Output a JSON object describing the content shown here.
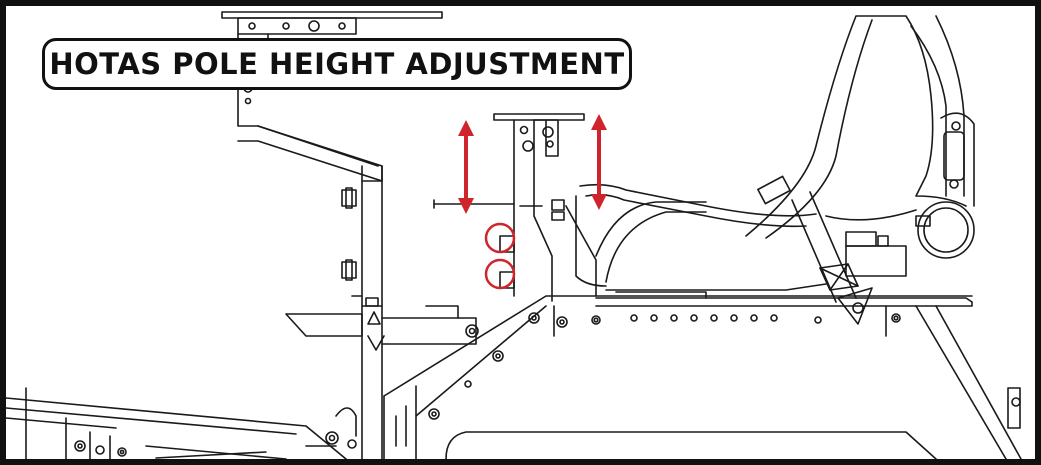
{
  "title": "HOTAS POLE HEIGHT ADJUSTMENT",
  "colors": {
    "line": "#1a1a1a",
    "accent": "#d0242c",
    "background": "#ffffff"
  },
  "annotations": {
    "arrows": [
      "height-adjust-arrow-left",
      "height-adjust-arrow-right"
    ],
    "highlighted_parts": [
      "adjustment-knob-upper",
      "adjustment-knob-lower"
    ]
  }
}
